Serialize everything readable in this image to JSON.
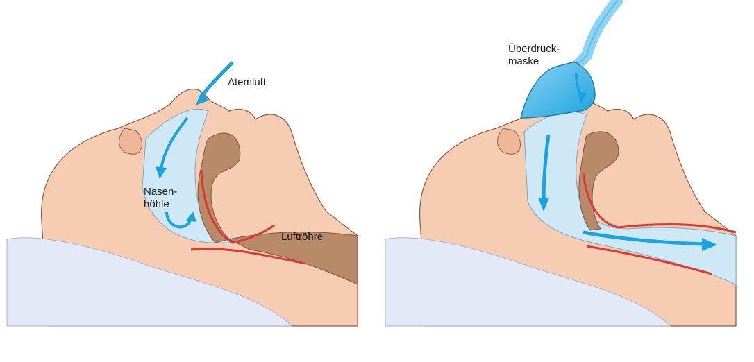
{
  "labels": {
    "atemluft": "Atemluft",
    "nasenhoehle_line1": "Nasen-",
    "nasenhoehle_line2": "höhle",
    "luftroehre": "Luftröhre",
    "ueberdruck_line1": "Überdruck-",
    "ueberdruck_line2": "maske"
  },
  "colors": {
    "skin": "#f6cdb3",
    "skin_shade": "#eeb79a",
    "skin_outline": "#8a5a44",
    "airway": "#cfe8f6",
    "air_arrow": "#1aa3de",
    "mask": "#3bb5e6",
    "mucosa": "#d93a36",
    "tongue": "#b88a6a",
    "pillow": "#e3e9f6"
  },
  "icons": [
    "inflow-arrow-icon",
    "curved-return-arrow-icon",
    "down-arrow-icon",
    "flow-arrow-icon"
  ]
}
